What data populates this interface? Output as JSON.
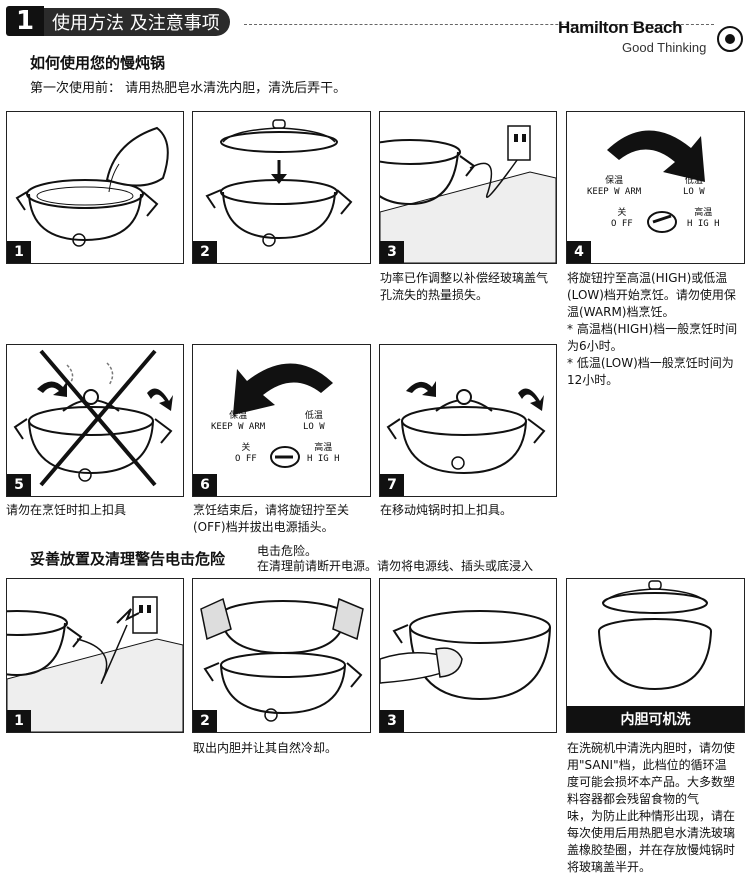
{
  "header": {
    "section_number": "1",
    "section_title": "使用方法 及注意事项",
    "brand_name": "Hamilton Beach",
    "brand_tagline": "Good Thinking"
  },
  "usage": {
    "heading": "如何使用您的慢炖锅",
    "first_use": "第一次使用前： 请用热肥皂水清洗内胆，清洗后弄干。"
  },
  "panels_row1": [
    {
      "number": "1"
    },
    {
      "number": "2"
    },
    {
      "number": "3"
    },
    {
      "number": "4"
    }
  ],
  "knob_labels": {
    "keep_warm": "保温",
    "keep_warm_en": "KEEP W ARM",
    "low": "低温",
    "low_en": "LO W",
    "off": "关",
    "off_en": "O FF",
    "high": "高温",
    "high_en": "H IG H"
  },
  "captions_row1": {
    "panel3": [
      "功率已作调整以补偿经玻璃盖气",
      "孔流失的热量损失。"
    ],
    "panel4": [
      "将旋钮拧至高温(HIGH)或低温",
      "(LOW)档开始烹饪。请勿使用保",
      "温(WARM)档烹饪。",
      "* 高温档(HIGH)档一般烹饪时间",
      "为6小时。",
      "* 低温(LOW)档一般烹饪时间为",
      "12小时。"
    ]
  },
  "panels_row2": [
    {
      "number": "5"
    },
    {
      "number": "6"
    },
    {
      "number": "7"
    }
  ],
  "captions_row2": {
    "panel5": "请勿在烹饪时扣上扣具",
    "panel6": [
      "烹饪结束后，请将旋钮拧至关",
      "(OFF)档并拔出电源插头。"
    ],
    "panel7": "在移动炖锅时扣上扣具。"
  },
  "care": {
    "heading": "妥善放置及清理警告电击危险",
    "warning_line1": "电击危险。",
    "warning_line2": "在清理前请断开电源。请勿将电源线、插头或底浸入"
  },
  "panels_row3": [
    {
      "number": "1"
    },
    {
      "number": "2"
    },
    {
      "number": "3"
    },
    {
      "banner": "内胆可机洗"
    }
  ],
  "captions_row3": {
    "panel2": "取出内胆并让其自然冷却。",
    "panel4": [
      "在洗碗机中清洗内胆时，请勿使",
      "用\"SANI\"档，此档位的循环温",
      "度可能会损坏本产品。大多数塑",
      "料容器都会残留食物的气",
      "味，为防止此种情形出现，请在",
      "每次使用后用热肥皂水清洗玻璃",
      "盖橡胶垫圈，并在存放慢炖锅时",
      "将玻璃盖半开。"
    ]
  }
}
